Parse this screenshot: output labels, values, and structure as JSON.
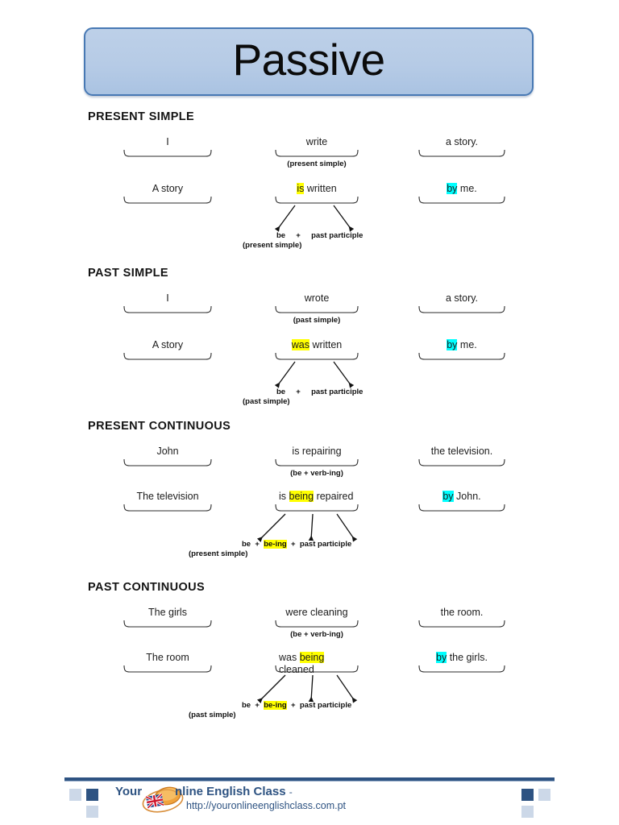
{
  "title": {
    "text": "Passive",
    "banner_fill": "#b6cbe6",
    "banner_border": "#4879b4"
  },
  "highlight_colors": {
    "yellow": "#ffff00",
    "cyan": "#00ffff"
  },
  "sections": [
    {
      "heading": "PRESENT SIMPLE",
      "active": {
        "subject": "I",
        "verb": "write",
        "verb_note": "(present simple)",
        "object": "a story."
      },
      "passive": {
        "subject": "A story",
        "verb_pre": "",
        "verb_hl": "is",
        "verb_post": " written",
        "agent_hl": "by",
        "agent_post": " me."
      },
      "formula": {
        "be": "be",
        "plus1": "+",
        "participle": "past participle",
        "tense": "(present simple)"
      }
    },
    {
      "heading": "PAST SIMPLE",
      "active": {
        "subject": "I",
        "verb": "wrote",
        "verb_note": "(past simple)",
        "object": "a story."
      },
      "passive": {
        "subject": "A story",
        "verb_pre": "",
        "verb_hl": "was",
        "verb_post": " written",
        "agent_hl": "by",
        "agent_post": " me."
      },
      "formula": {
        "be": "be",
        "plus1": "+",
        "participle": "past participle",
        "tense": "(past simple)"
      }
    },
    {
      "heading": "PRESENT CONTINUOUS",
      "active": {
        "subject": "John",
        "verb": "is repairing",
        "verb_note": "(be + verb-ing)",
        "object": "the television."
      },
      "passive": {
        "subject": "The television",
        "verb_pre": "is ",
        "verb_hl": "being",
        "verb_post": " repaired",
        "agent_hl": "by",
        "agent_post": " John."
      },
      "formula": {
        "be": "be",
        "plus1": "+",
        "being": "be-ing",
        "plus2": "+",
        "participle": "past participle",
        "tense": "(present simple)"
      }
    },
    {
      "heading": "PAST CONTINUOUS",
      "active": {
        "subject": "The girls",
        "verb": "were cleaning",
        "verb_note": "(be + verb-ing)",
        "object": "the room."
      },
      "passive": {
        "subject": "The room",
        "verb_pre": "was ",
        "verb_hl": "being",
        "verb_post": " cleaned",
        "agent_hl": "by",
        "agent_post": " the girls."
      },
      "formula": {
        "be": "be",
        "plus1": "+",
        "being": "be-ing",
        "plus2": "+",
        "participle": "past participle",
        "tense": "(past simple)"
      }
    }
  ],
  "footer": {
    "brand_you": "Your",
    "brand_rest": "nline English Class",
    "brand_dash": "-",
    "url": "http://youronlineenglishclass.com.pt",
    "logo_name": "mouse-flag-logo",
    "rule_color": "#2e5382",
    "square_light": "#ccd8e8",
    "square_dark": "#2e5382"
  }
}
